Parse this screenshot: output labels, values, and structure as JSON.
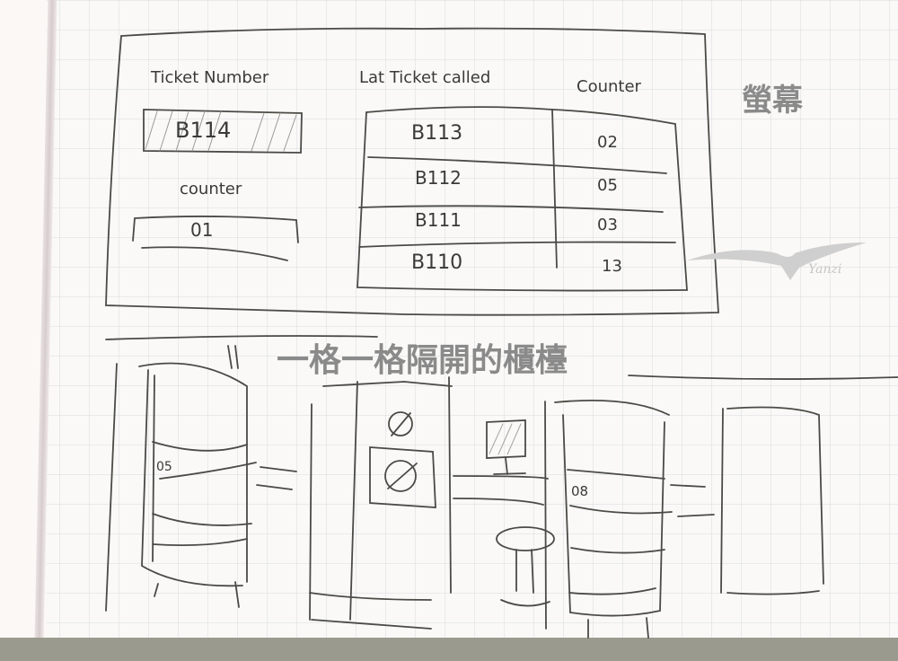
{
  "screen_sketch": {
    "annotation": "螢幕",
    "ticket_number_label": "Ticket Number",
    "ticket_number_value": "B114",
    "counter_label": "counter",
    "counter_value": "01",
    "last_called_header": "Lat Ticket called",
    "counter_header": "Counter",
    "last_called_rows": [
      {
        "ticket": "B113",
        "counter": "02"
      },
      {
        "ticket": "B112",
        "counter": "05"
      },
      {
        "ticket": "B111",
        "counter": "03"
      },
      {
        "ticket": "B110",
        "counter": "13"
      }
    ]
  },
  "counters_sketch": {
    "annotation": "一格一格隔開的櫃檯",
    "booth_labels": [
      "05",
      "08"
    ]
  },
  "watermark": {
    "text": "Yanzi",
    "icon": "seagull-icon"
  }
}
